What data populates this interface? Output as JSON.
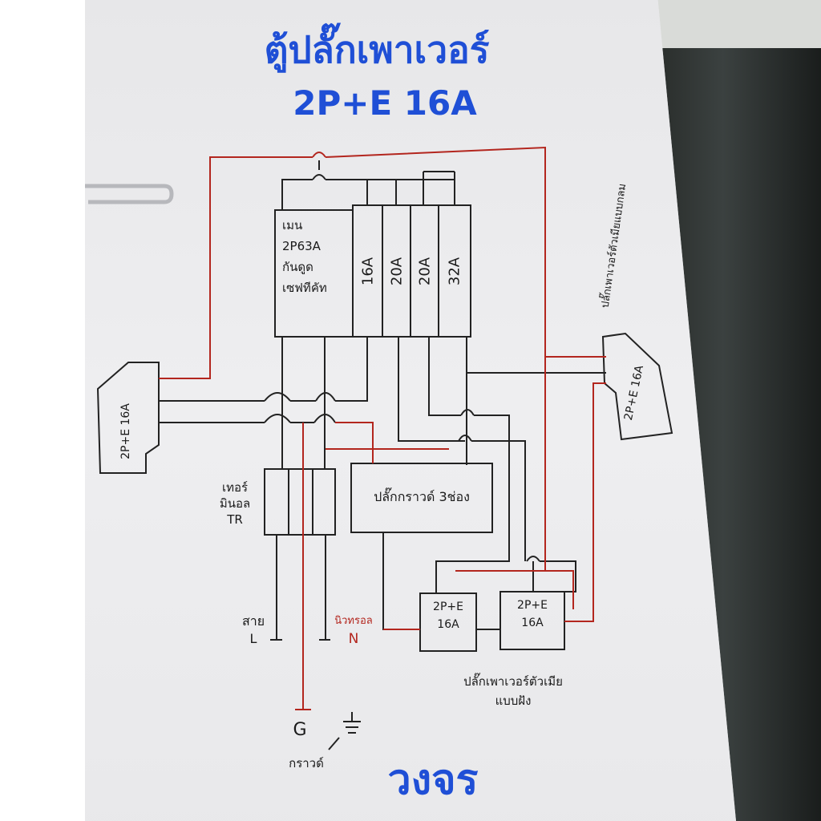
{
  "title": {
    "line1": "ตู้ปลั๊กเพาเวอร์",
    "line2": "2P+E 16A",
    "footer": "วงจร"
  },
  "labels": {
    "main_breaker": [
      "เมน",
      "2P63A",
      "กันดูด",
      "เซฟทีคัท"
    ],
    "breakers": [
      "16A",
      "20A",
      "20A",
      "32A"
    ],
    "socket_left": "2P+E 16A",
    "socket_right": "2P+E 16A",
    "socket_right_note": "ปลั๊กเพาเวอร์ตัวเมียแบบกลม",
    "terminal_block": [
      "เทอร์",
      "มินอล",
      "TR"
    ],
    "ground_socket": "ปลั๊กกราวด์ 3ช่อง",
    "bottom_socket_1": [
      "2P+E",
      "16A"
    ],
    "bottom_socket_2": [
      "2P+E",
      "16A"
    ],
    "bottom_socket_note": [
      "ปลั๊กเพาเวอร์ตัวเมีย",
      "แบบฝัง"
    ],
    "line_label": [
      "สาย",
      "L"
    ],
    "neutral_label": [
      "นิวทรอล",
      "N"
    ],
    "ground_label": [
      "G",
      "กราวด์"
    ]
  },
  "colors": {
    "title_blue": "#1f4fd6",
    "wire_black": "#222222",
    "wire_red": "#b3261e"
  }
}
